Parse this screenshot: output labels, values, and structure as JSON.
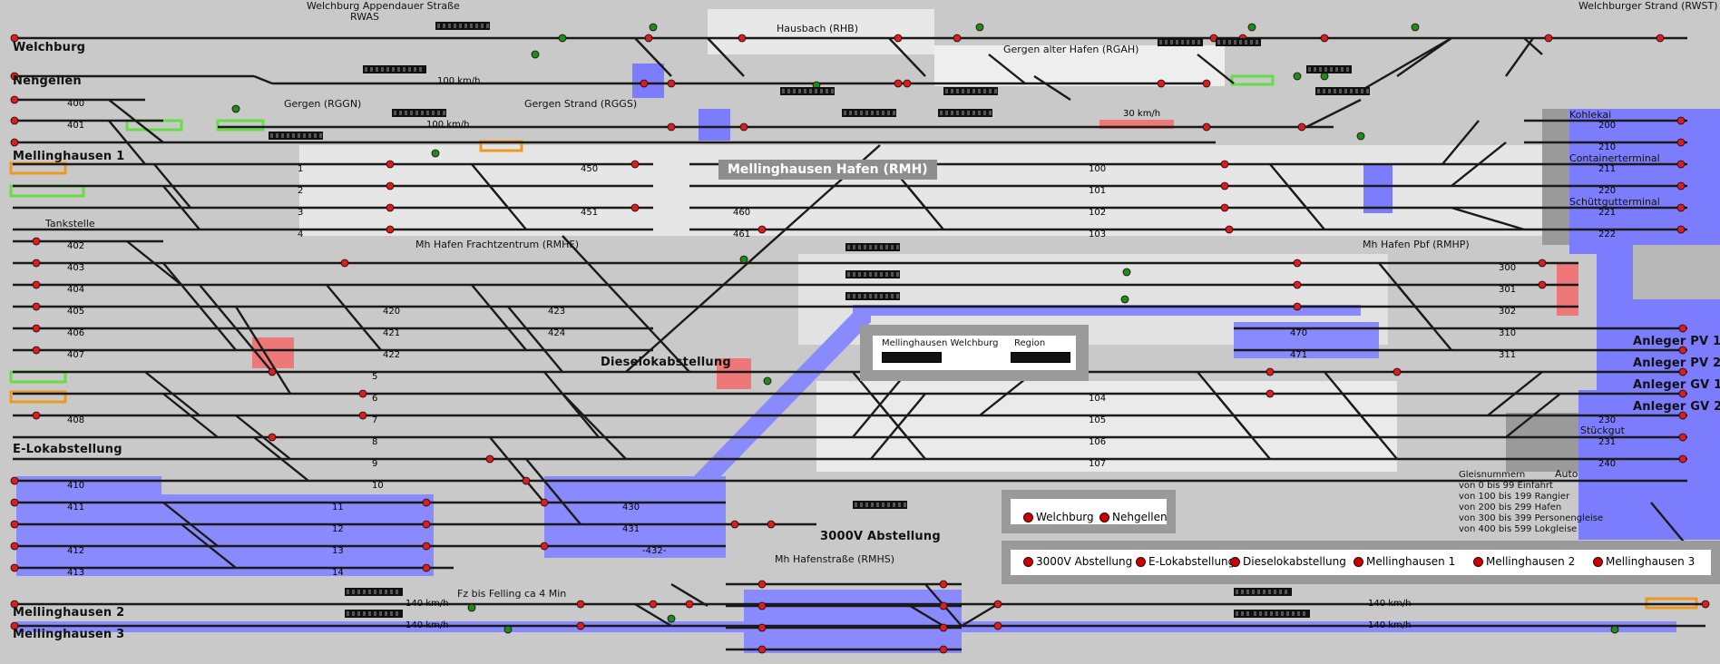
{
  "stations": {
    "welchburg": "Welchburg",
    "nehgellen": "Nehgellen",
    "mellinghausen1": "Mellinghausen 1",
    "mellinghausen2": "Mellinghausen 2",
    "mellinghausen3": "Mellinghausen 3",
    "elok": "E-Lokabstellung",
    "diesel": "Dieselokabstellung",
    "v3000": "3000V Abstellung",
    "tankstelle": "Tankstelle",
    "welchburg_appendauer": "Welchburg Appendauer Straße",
    "rwas": "RWAS",
    "hausbach": "Hausbach (RHB)",
    "welchburger_strand": "Welchburger Strand (RWST)",
    "gergen_alter_hafen": "Gergen alter Hafen (RGAH)",
    "gergen_rggn": "Gergen (RGGN)",
    "gergen_strand": "Gergen Strand (RGGS)",
    "mh_hafen_title": "Mellinghausen Hafen (RMH)",
    "mh_frachtzentrum": "Mh Hafen Frachtzentrum (RMHF)",
    "mh_hafen_pbf": "Mh Hafen Pbf (RMHP)",
    "mh_hafenstrasse": "Mh Hafenstraße (RMHS)",
    "kohlekai": "Kohlekai",
    "containerterminal": "Containerterminal",
    "schuettgut": "Schüttgutterminal",
    "stueckgut": "Stückgut",
    "auto": "Auto",
    "anleger_pv1": "Anleger PV 1",
    "anleger_pv2": "Anleger PV 2",
    "anleger_gv1": "Anleger GV 1",
    "anleger_gv2": "Anleger GV 2",
    "fz_felling": "Fz bis Felling ca 4 Min"
  },
  "speeds": {
    "s100": "100 km/h",
    "s30": "30 km/h",
    "s140": "140 km/h"
  },
  "tracks": {
    "t1": "1",
    "t2": "2",
    "t3": "3",
    "t4": "4",
    "t5": "5",
    "t6": "6",
    "t7": "7",
    "t8": "8",
    "t9": "9",
    "t10": "10",
    "t11": "11",
    "t12": "12",
    "t13": "13",
    "t14": "14",
    "t100": "100",
    "t101": "101",
    "t102": "102",
    "t103": "103",
    "t104": "104",
    "t105": "105",
    "t106": "106",
    "t107": "107",
    "t200": "200",
    "t210": "210",
    "t211": "211",
    "t220": "220",
    "t221": "221",
    "t222": "222",
    "t230": "230",
    "t231": "231",
    "t240": "240",
    "t300": "300",
    "t301": "301",
    "t302": "302",
    "t310": "310",
    "t311": "311",
    "t400": "400",
    "t401": "401",
    "t402": "402",
    "t403": "403",
    "t404": "404",
    "t405": "405",
    "t406": "406",
    "t407": "407",
    "t408": "408",
    "t410": "410",
    "t411": "411",
    "t412": "412",
    "t413": "413",
    "t420": "420",
    "t421": "421",
    "t422": "422",
    "t423": "423",
    "t424": "424",
    "t430": "430",
    "t431": "431",
    "t432": "-432-",
    "t450": "450",
    "t451": "451",
    "t460": "460",
    "t461": "461",
    "t470": "470",
    "t471": "471"
  },
  "panel": {
    "title_left": "Mellinghausen Welchburg",
    "title_right": "Region"
  },
  "route_buttons_top": [
    "Welchburg",
    "Nehgellen"
  ],
  "route_buttons_bottom": [
    "3000V Abstellung",
    "E-Lokabstellung",
    "Dieselokabstellung",
    "Mellinghausen 1",
    "Mellinghausen 2",
    "Mellinghausen 3"
  ],
  "legend": {
    "title": "Gleisnummern",
    "lines": [
      "von 0 bis 99 Einfahrt",
      "von 100 bis 199 Rangier",
      "von 200 bis 299 Hafen",
      "von 300 bis 399 Personengleise",
      "von 400 bis 599 Lokgleise"
    ]
  },
  "colors": {
    "background": "#c9c9c9",
    "track": "#1a1a1a",
    "signal_red": "#d42020",
    "signal_green": "#1c8c1c",
    "occupied_blue": "#8080ff",
    "water_blue": "#6a6aff",
    "route_green": "#66dd44",
    "route_orange": "#ee9922",
    "block_red": "#ee6666",
    "platform_light": "#eeeeee"
  }
}
